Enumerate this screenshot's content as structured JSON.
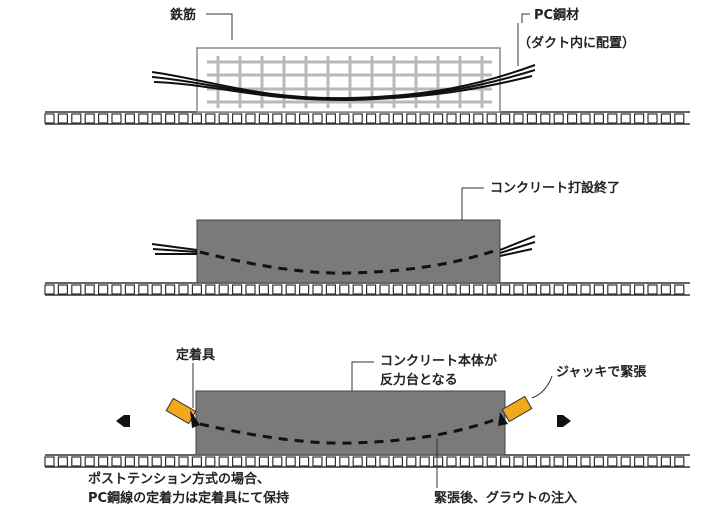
{
  "stage1": {
    "rebar_label": "鉄筋",
    "pc_label_line1": "PC鋼材",
    "pc_label_line2": "（ダクト内に配置）"
  },
  "stage2": {
    "concrete_label": "コンクリート打設終了"
  },
  "stage3": {
    "anchor_label": "定着具",
    "reaction_line1": "コンクリート本体が",
    "reaction_line2": "反力台となる",
    "jack_label": "ジャッキで緊張",
    "note_line1": "ポストテンション方式の場合、",
    "note_line2": "PC鋼線の定着力は定着具にて保持",
    "grout_label": "緊張後、グラウトの注入"
  },
  "colors": {
    "concrete": "#7a7a7a",
    "jack": "#f2a81d",
    "rebar": "#b8b8b8"
  }
}
